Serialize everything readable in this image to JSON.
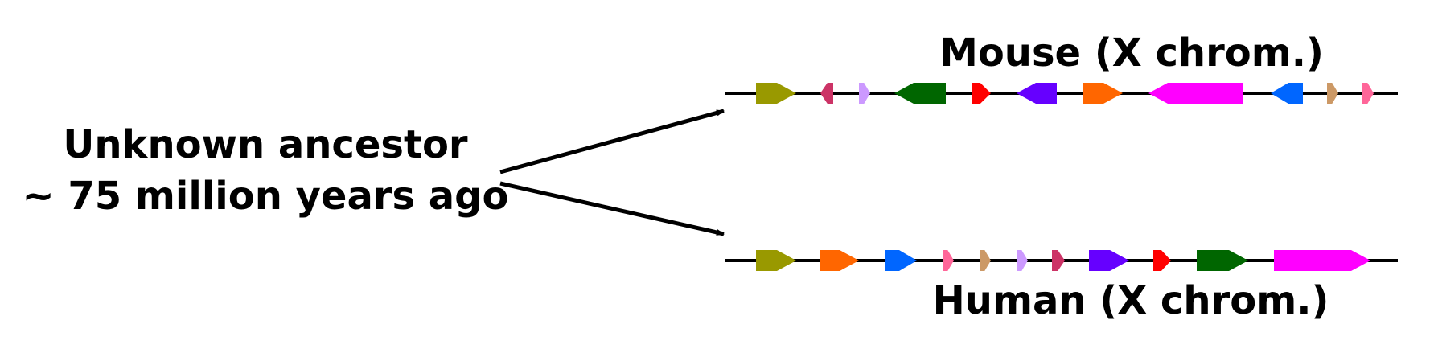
{
  "ancestor": {
    "line1": "Unknown ancestor",
    "line2": "~ 75 million years ago"
  },
  "mouse": {
    "label": "Mouse (X chrom.)",
    "genes": [
      {
        "color": "#999900",
        "dir": "right"
      },
      {
        "color": "#CC3366",
        "dir": "left"
      },
      {
        "color": "#CC99FF",
        "dir": "right"
      },
      {
        "color": "#006600",
        "dir": "left"
      },
      {
        "color": "#FF0000",
        "dir": "right"
      },
      {
        "color": "#6600FF",
        "dir": "left"
      },
      {
        "color": "#FF6600",
        "dir": "right"
      },
      {
        "color": "#FF00FF",
        "dir": "left"
      },
      {
        "color": "#0066FF",
        "dir": "left"
      },
      {
        "color": "#CC9966",
        "dir": "right"
      },
      {
        "color": "#FF6699",
        "dir": "right"
      }
    ]
  },
  "human": {
    "label": "Human (X chrom.)",
    "genes": [
      {
        "color": "#999900",
        "dir": "right"
      },
      {
        "color": "#FF6600",
        "dir": "right"
      },
      {
        "color": "#0066FF",
        "dir": "right"
      },
      {
        "color": "#FF6699",
        "dir": "right"
      },
      {
        "color": "#CC9966",
        "dir": "right"
      },
      {
        "color": "#CC99FF",
        "dir": "right"
      },
      {
        "color": "#CC3366",
        "dir": "right"
      },
      {
        "color": "#6600FF",
        "dir": "right"
      },
      {
        "color": "#FF0000",
        "dir": "right"
      },
      {
        "color": "#006600",
        "dir": "right"
      },
      {
        "color": "#FF00FF",
        "dir": "right"
      }
    ]
  }
}
